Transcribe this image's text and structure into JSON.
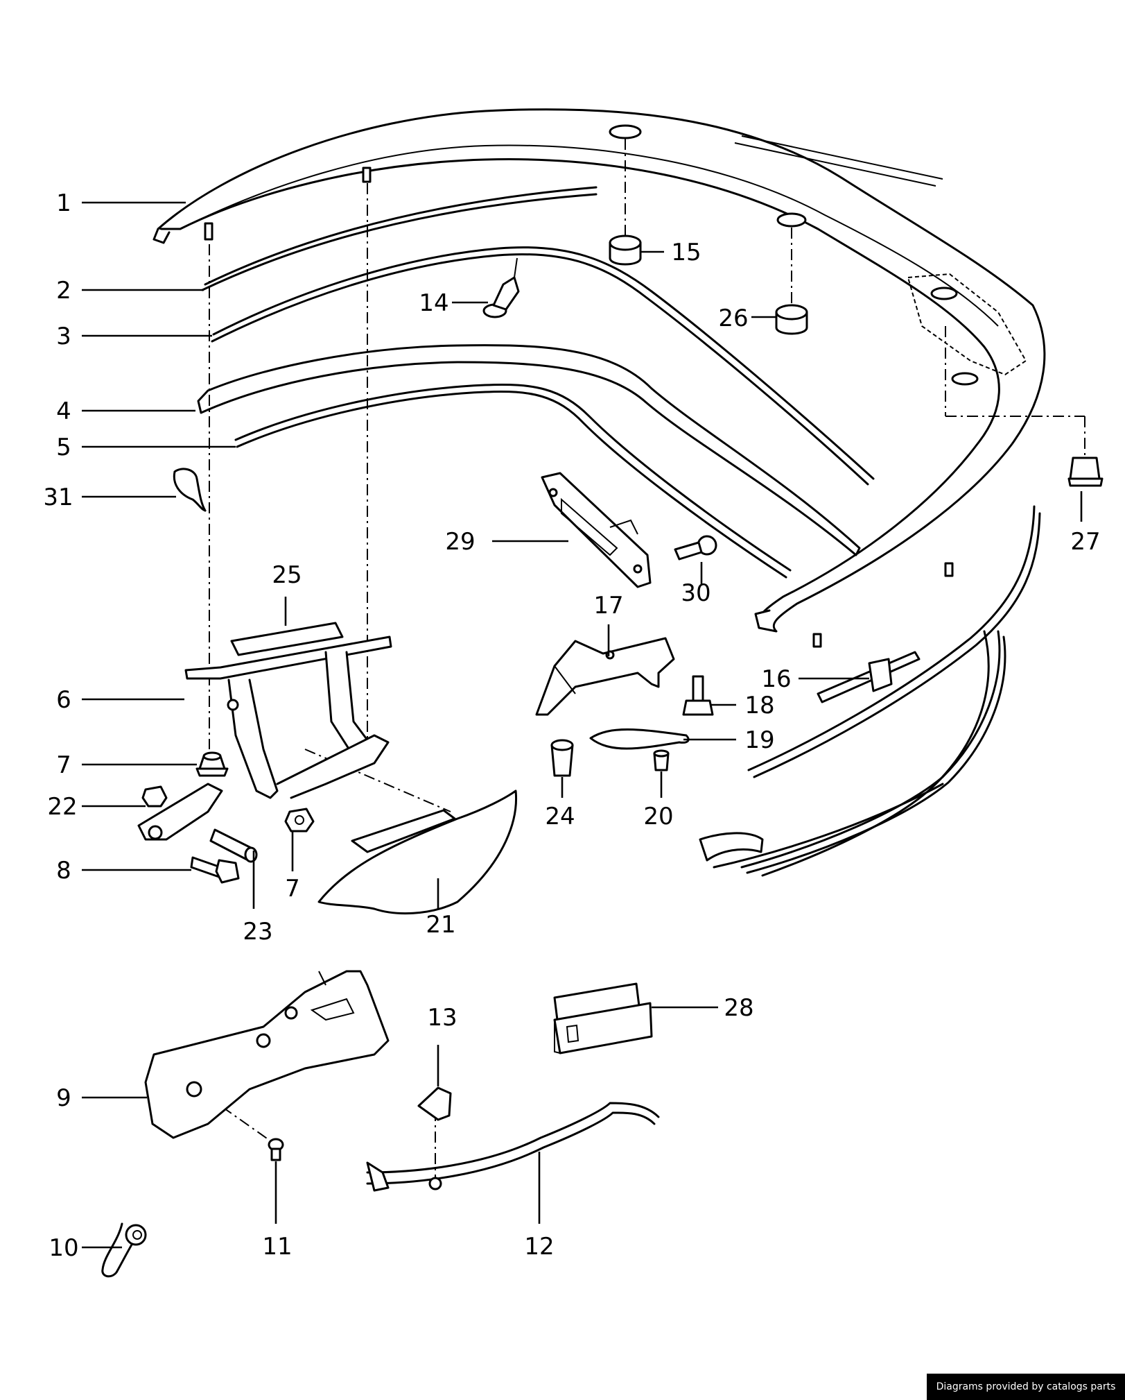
{
  "callouts": {
    "c1": "1",
    "c2": "2",
    "c3": "3",
    "c4": "4",
    "c5": "5",
    "c6": "6",
    "c7a": "7",
    "c7b": "7",
    "c8": "8",
    "c9": "9",
    "c10": "10",
    "c11": "11",
    "c12": "12",
    "c13": "13",
    "c14": "14",
    "c15": "15",
    "c16": "16",
    "c17": "17",
    "c18": "18",
    "c19": "19",
    "c20": "20",
    "c21": "21",
    "c22": "22",
    "c23": "23",
    "c24": "24",
    "c25": "25",
    "c26": "26",
    "c27": "27",
    "c28": "28",
    "c29": "29",
    "c30": "30",
    "c31": "31"
  },
  "credit": "Diagrams provided by catalogs parts"
}
